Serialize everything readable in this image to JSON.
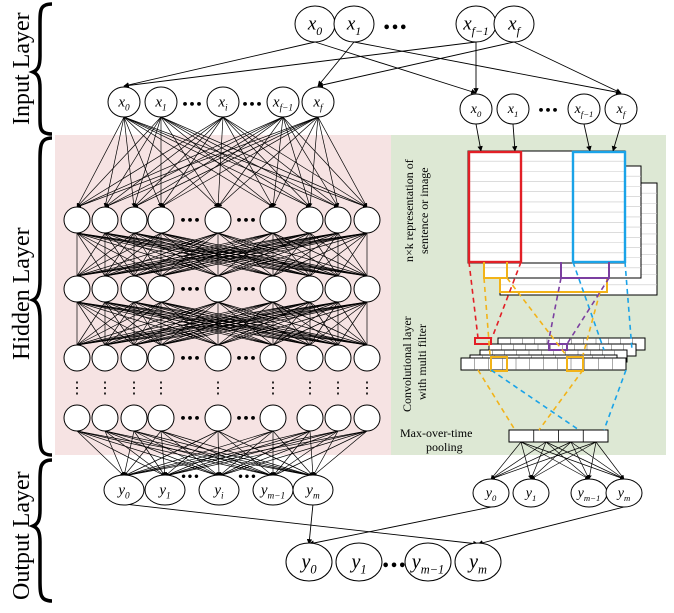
{
  "layers": {
    "input": "Input Layer",
    "hidden": "Hidden Layer",
    "output": "Output Layer"
  },
  "top_inputs": [
    "x0",
    "x1",
    "x_{f−1}",
    "x_f"
  ],
  "left_inputs": [
    "x0",
    "x1",
    "x_i",
    "x_{f−1}",
    "x_f"
  ],
  "right_inputs": [
    "x0",
    "x1",
    "x_{f−1}",
    "x_f"
  ],
  "left_outputs": [
    "y0",
    "y1",
    "y_i",
    "y_{m−1}",
    "y_m"
  ],
  "right_outputs": [
    "y0",
    "y1",
    "y_{m−1}",
    "y_m"
  ],
  "bottom_outputs": [
    "y0",
    "y1",
    "y_{m−1}",
    "y_m"
  ],
  "cnn_labels": {
    "representation_line1": "n×k representation of",
    "representation_line2": "sentence or image",
    "conv_line1": "Convolutional layer",
    "conv_line2": "with multi filter",
    "pool_line1": "Max-over-time",
    "pool_line2": "pooling"
  },
  "colors": {
    "hidden_left_bg": "#f6e3e3",
    "hidden_right_bg": "#dde8d4",
    "filter_red": "#e21f26",
    "filter_blue": "#1aa3e8",
    "filter_yellow": "#f2b318",
    "filter_purple": "#7b3fa0"
  }
}
